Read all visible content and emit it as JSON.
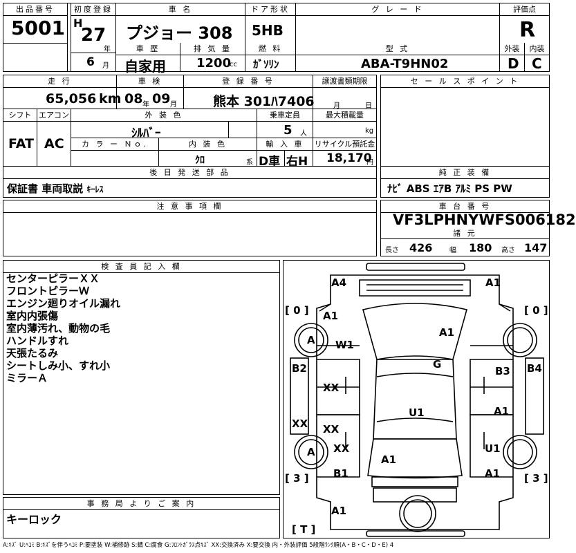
{
  "header": {
    "lot_label": "出品番号",
    "lot_no": "5001",
    "first_reg_label": "初度登録",
    "era": "H",
    "year": "27",
    "year_unit": "年",
    "month": "6",
    "month_unit": "月",
    "name_label": "車 名",
    "car_name": "プジョー 308",
    "door_label": "ドア形状",
    "door": "5HB",
    "grade_label": "グ レ ー ド",
    "grade": "",
    "score_label": "評価点",
    "score": "R",
    "history_label": "車 歴",
    "history": "自家用",
    "displacement_label": "排 気 量",
    "displacement": "1200",
    "cc": "cc",
    "fuel_label": "燃 料",
    "fuel": "ｶﾞｿﾘﾝ",
    "model_label": "型 式",
    "model": "ABA-T9HN02",
    "ext_label": "外装",
    "ext": "D",
    "int_label": "内装",
    "int": "C"
  },
  "row2": {
    "mileage_label": "走 行",
    "mileage": "65,056",
    "km": "km",
    "inspection_label": "車 検",
    "insp_year": "08",
    "insp_year_unit": "年",
    "insp_month": "09",
    "insp_month_unit": "月",
    "plate_label": "登 録 番 号",
    "plate": "熊本 301ﾊ7406",
    "transfer_label": "譲渡書類期限",
    "transfer_month": "月",
    "transfer_day": "日",
    "shift_label": "シフト",
    "shift": "FAT",
    "ac_label": "エアコン",
    "ac": "AC",
    "color_label": "外 装 色",
    "color": "ｼﾙﾊﾞｰ",
    "capacity_label": "乗車定員",
    "capacity": "5",
    "capacity_unit": "人",
    "load_label": "最大積載量",
    "load_unit": "kg",
    "color_no_label": "カ ラ ー Ｎｏ.",
    "int_color_label": "内 装 色",
    "int_color": "ｸﾛ",
    "kei": "系",
    "import_label": "輸 入 車",
    "import": "D車",
    "handle": "右H",
    "recycle_label": "リサイクル預託金",
    "recycle": "18,170",
    "yen": "円"
  },
  "sales_label": "セ ー ル ス ポ イ ン ト",
  "later_label": "後 日 発 送 部 品",
  "later_items": [
    "保証書",
    "車両取説",
    "ｷｰﾚｽ"
  ],
  "equip_label": "純 正 装 備",
  "equip_items": [
    "ﾅﾋﾞ",
    "ABS",
    "ｴｱB",
    "ｱﾙﾐ",
    "PS",
    "PW"
  ],
  "caution_label": "注 意 事 項 欄",
  "chassis_label": "車 台 番 号",
  "chassis": "VF3LPHNYWFS006182",
  "dims_label": "諸 元",
  "dims": {
    "l_label": "長さ",
    "l": "426",
    "w_label": "幅",
    "w": "180",
    "h_label": "高さ",
    "h": "147"
  },
  "inspector_label": "検 査 員 記 入 欄",
  "inspector_notes": [
    "センターピラーＸＸ",
    "フロントピラーＷ",
    "エンジン廻りオイル漏れ",
    "室内内張傷",
    "室内薄汚れ、動物の毛",
    "ハンドルすれ",
    "天張たるみ",
    "シートしみ小、すれ小",
    "ミラーＡ"
  ],
  "office_label": "事 務 局 よ り ご 案 内",
  "office_note": "キーロック",
  "legend": "A:ｷｽﾞ U:ﾍｺﾐ B:ｷｽﾞを伴うﾍｺﾐ P:要塗装 W:補修跡 S:錆 C:腐食 G:ﾌﾛﾝﾄｶﾞﾗｽ点ｷｽﾞ XX:交換済み X:要交換 内・外装評価 5段階ﾗﾝｸ順(A・B・C・D・E) 4",
  "tires": {
    "fl": "[ 0 ]",
    "fr": "[ 0 ]",
    "rl": "[ 3 ]",
    "rr": "[ 3 ]",
    "spare": "[ T ]"
  },
  "damage": [
    "A4",
    "A1",
    "A1",
    "A",
    "W1",
    "A1",
    "G",
    "B2",
    "B3",
    "B4",
    "XX",
    "XX",
    "XX",
    "U1",
    "A1",
    "A",
    "XX",
    "A1",
    "U1",
    "B1",
    "A1",
    "A1"
  ]
}
